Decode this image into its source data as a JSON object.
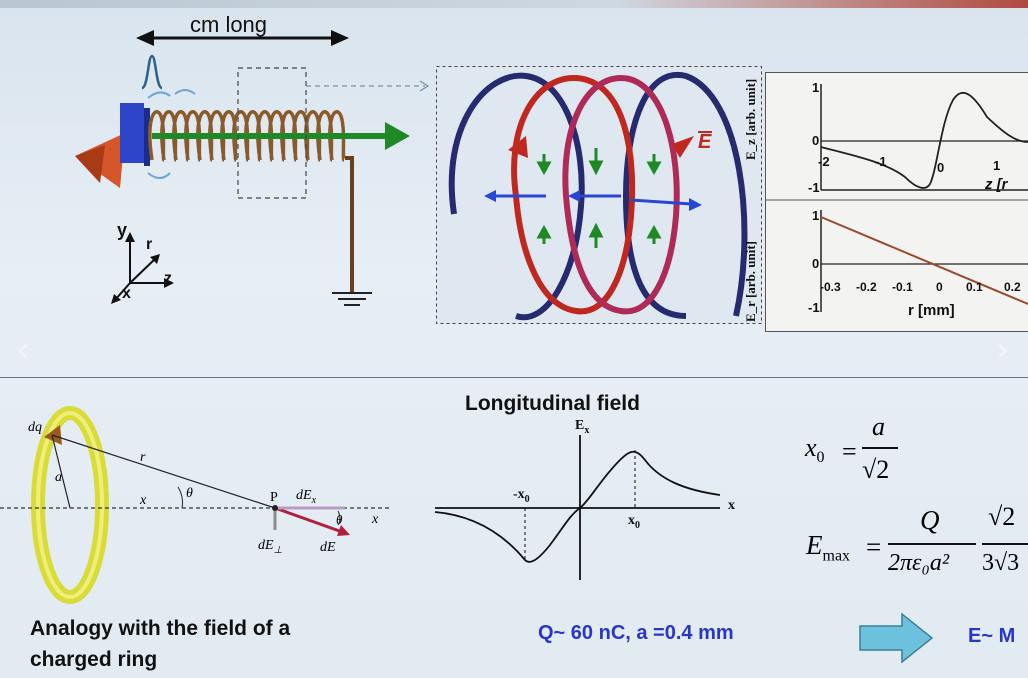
{
  "slide": {
    "top_diagram": {
      "coil_length_label": "cm long",
      "axes": {
        "y": "y",
        "r": "r",
        "z": "z",
        "x": "x"
      }
    },
    "field_lines_panel": {
      "vector_label": "E"
    },
    "plot_ez": {
      "ylabel": "E_z [arb. unit]",
      "xlabel": "z [r",
      "yticks": [
        "1",
        "0",
        "-1"
      ],
      "xticks": [
        "-2",
        "-1",
        "0",
        "1"
      ]
    },
    "plot_er": {
      "ylabel": "E_r [arb. unit]",
      "xlabel": "r [mm]",
      "yticks": [
        "1",
        "0",
        "-1"
      ],
      "xticks": [
        "-0.3",
        "-0.2",
        "-0.1",
        "0",
        "0.1",
        "0.2"
      ]
    },
    "ring_figure": {
      "labels": {
        "dq": "dq",
        "r": "r",
        "a": "a",
        "x_dist": "x",
        "theta1": "θ",
        "P": "P",
        "dEx": "dE",
        "dEx_sub": "x",
        "x_axis": "x",
        "theta2": "θ",
        "dEperp": "dE",
        "dEperp_sub": "⊥",
        "dE": "dE"
      }
    },
    "longitudinal": {
      "title": "Longitudinal field",
      "ylabel": "E",
      "ylabel_sub": "x",
      "xlabel": "x",
      "neg_tick": "-x",
      "neg_tick_sub": "0",
      "pos_tick": "x",
      "pos_tick_sub": "0"
    },
    "formulas": {
      "x0_lhs": "x",
      "x0_lhs_sub": "0",
      "x0_num": "a",
      "x0_den": "√2",
      "emax_lhs": "E",
      "emax_lhs_sub": "max",
      "emax_num": "Q",
      "emax_den": "2πε₀a²",
      "emax_num2": "√2",
      "emax_den2": "3√3"
    },
    "footer": {
      "analogy_line1": "Analogy with the field of a",
      "analogy_line2": "charged ring",
      "params": "Q~ 60 nC, a =0.4 mm",
      "result": "E~ M"
    },
    "colors": {
      "accent_blue": "#2a36c9",
      "coil": "#8b5a2b",
      "green_arrow": "#1f8a25",
      "red_loop": "#c0281f",
      "navy_loop": "#2a2f74",
      "ring": "#dfe13a",
      "arrow_cyan": "#6ec1dc"
    },
    "nav": {
      "prev": "‹",
      "next": "›"
    }
  }
}
